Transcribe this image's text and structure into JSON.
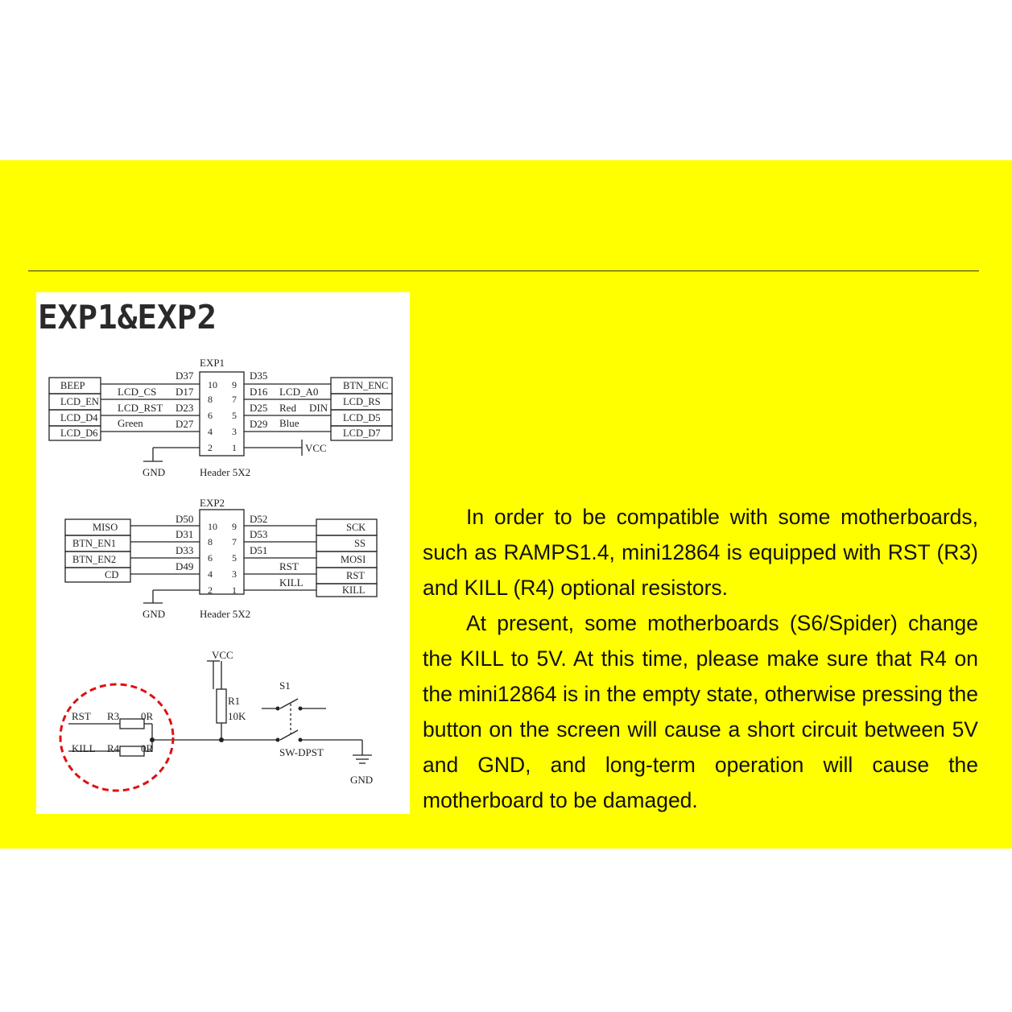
{
  "colors": {
    "banner": "#ffff00",
    "highlight_circle": "#e01010",
    "wire": "#222222"
  },
  "diagram": {
    "title": "EXP1&EXP2",
    "exp1": {
      "ref": "EXP1",
      "footprint": "Header 5X2",
      "left_pins": [
        "10",
        "8",
        "6",
        "4",
        "2"
      ],
      "right_pins": [
        "9",
        "7",
        "5",
        "3",
        "1"
      ],
      "left_ports": [
        "D37",
        "D17",
        "D23",
        "D27"
      ],
      "right_ports": [
        "D35",
        "D16",
        "D25",
        "D29"
      ],
      "left_net_labels": [
        "LCD_CS",
        "LCD_RST",
        "Green"
      ],
      "right_net_labels": [
        "LCD_A0",
        "Red",
        "DIN",
        "Blue"
      ],
      "left_boxes": [
        "BEEP",
        "LCD_EN",
        "LCD_D4",
        "LCD_D6"
      ],
      "right_boxes": [
        "BTN_ENC",
        "LCD_RS",
        "LCD_D5",
        "LCD_D7"
      ],
      "gnd": "GND",
      "vcc": "VCC"
    },
    "exp2": {
      "ref": "EXP2",
      "footprint": "Header 5X2",
      "left_pins": [
        "10",
        "8",
        "6",
        "4",
        "2"
      ],
      "right_pins": [
        "9",
        "7",
        "5",
        "3",
        "1"
      ],
      "left_ports": [
        "D50",
        "D31",
        "D33",
        "D49"
      ],
      "right_ports": [
        "D52",
        "D53",
        "D51"
      ],
      "right_net_labels": [
        "RST",
        "KILL"
      ],
      "left_boxes": [
        "MISO",
        "BTN_EN1",
        "BTN_EN2",
        "CD"
      ],
      "right_boxes": [
        "SCK",
        "SS",
        "MOSI",
        "RST",
        "KILL"
      ],
      "gnd": "GND"
    },
    "button_circuit": {
      "vcc": "VCC",
      "r1_ref": "R1",
      "r1_value": "10K",
      "switch_ref": "S1",
      "switch_type": "SW-DPST",
      "gnd": "GND",
      "rst_label": "RST",
      "kill_label": "KILL",
      "r3_ref": "R3",
      "r4_ref": "R4",
      "r3_value": "0R",
      "r4_value": "0R"
    }
  },
  "description": {
    "paragraph_1": "In order to be compatible with some motherboards, such as RAMPS1.4, mini12864 is equipped with RST (R3) and KILL (R4) optional resistors.",
    "paragraph_2": "At present, some motherboards (S6/Spider) change the KILL to 5V. At this time, please make sure that R4 on the mini12864 is in the empty state, otherwise pressing the button on the screen will cause a short circuit between 5V and GND, and long-term operation will cause the motherboard to be damaged."
  }
}
